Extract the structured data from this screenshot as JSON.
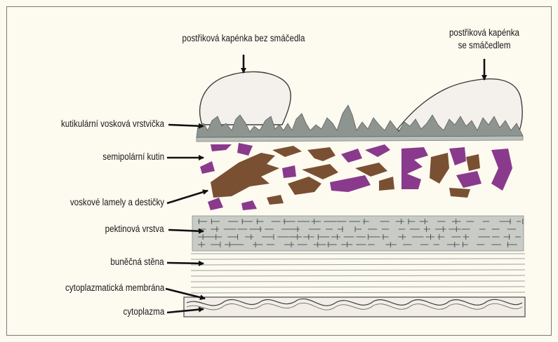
{
  "labels": {
    "droplet_no_wetter": "postřiková kapénka bez smáčedla",
    "droplet_wetter_line1": "postřiková kapénka",
    "droplet_wetter_line2": "se smáčedlem",
    "cuticular_wax": "kutikulární vosková vrstvička",
    "semipolar_cutin": "semipolární kutin",
    "wax_lamellae": "voskové lamely a destičky",
    "pectin_layer": "pektinová vrstva",
    "cell_wall": "buněčná stěna",
    "cytoplasmic_membrane": "cytoplazmatická membrána",
    "cytoplasm": "cytoplazma"
  },
  "colors": {
    "background": "#fdfaf0",
    "wax_gray": "#8e9590",
    "cutin_purple": "#8a3a8c",
    "lamellae_brown": "#7a5033",
    "pectin_gray": "#c9ccc6",
    "droplet": "#f4f1ec"
  }
}
